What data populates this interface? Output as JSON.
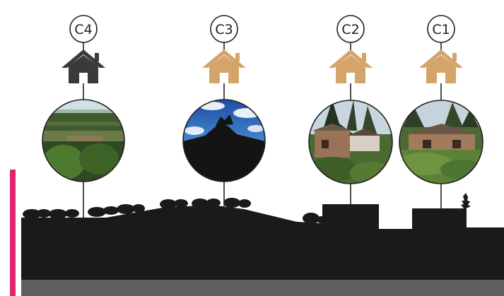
{
  "houses": [
    {
      "id": "C4",
      "label": "C4",
      "roof_color": "#3a3a3a",
      "photo": "terraced-hillside-field"
    },
    {
      "id": "C3",
      "label": "C3",
      "roof_color": "#d4a46a",
      "photo": "silhouette-under-blue-sky"
    },
    {
      "id": "C2",
      "label": "C2",
      "roof_color": "#d4a46a",
      "photo": "adobe-houses-with-trees"
    },
    {
      "id": "C1",
      "label": "C1",
      "roof_color": "#d4a46a",
      "photo": "adobe-house-with-hedge"
    }
  ],
  "colors": {
    "terrain": "#1a1a1a",
    "base": "#5e5e5e",
    "accent_bar": "#e0256e",
    "connector": "#222222"
  }
}
